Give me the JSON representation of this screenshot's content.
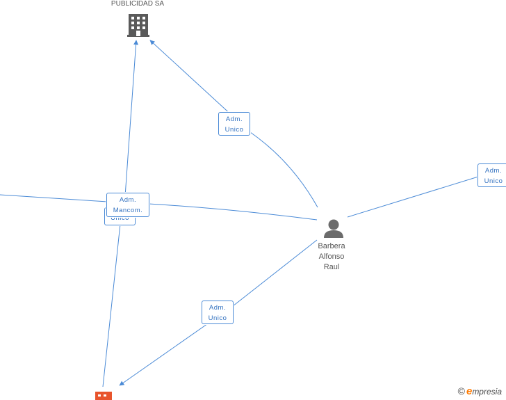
{
  "nodes": {
    "company_top": {
      "name": "PUBLICIDAD SA",
      "icon": "building-icon",
      "color": "#555555"
    },
    "person": {
      "name_lines": [
        "Barbera",
        "Alfonso",
        "Raul"
      ],
      "icon": "person-icon",
      "color": "#555555"
    },
    "company_bottom": {
      "icon": "building-icon",
      "color": "#e8542c"
    }
  },
  "edges": {
    "adm_unico_1": {
      "lines": [
        "Adm.",
        "Unico"
      ]
    },
    "adm_unico_2": {
      "lines": [
        "Adm.",
        "Unico"
      ]
    },
    "adm_unico_3": {
      "lines": [
        "Adm.",
        "Unico"
      ]
    },
    "adm_mancom": {
      "lines": [
        "Adm.",
        "Mancom."
      ]
    },
    "adm_unico_back": {
      "lines": [
        "Unico"
      ]
    }
  },
  "colors": {
    "edge": "#4a8ad6",
    "edge_text": "#2f6fbf"
  },
  "brand": {
    "copyright": "©",
    "e": "e",
    "rest": "mpresia"
  }
}
